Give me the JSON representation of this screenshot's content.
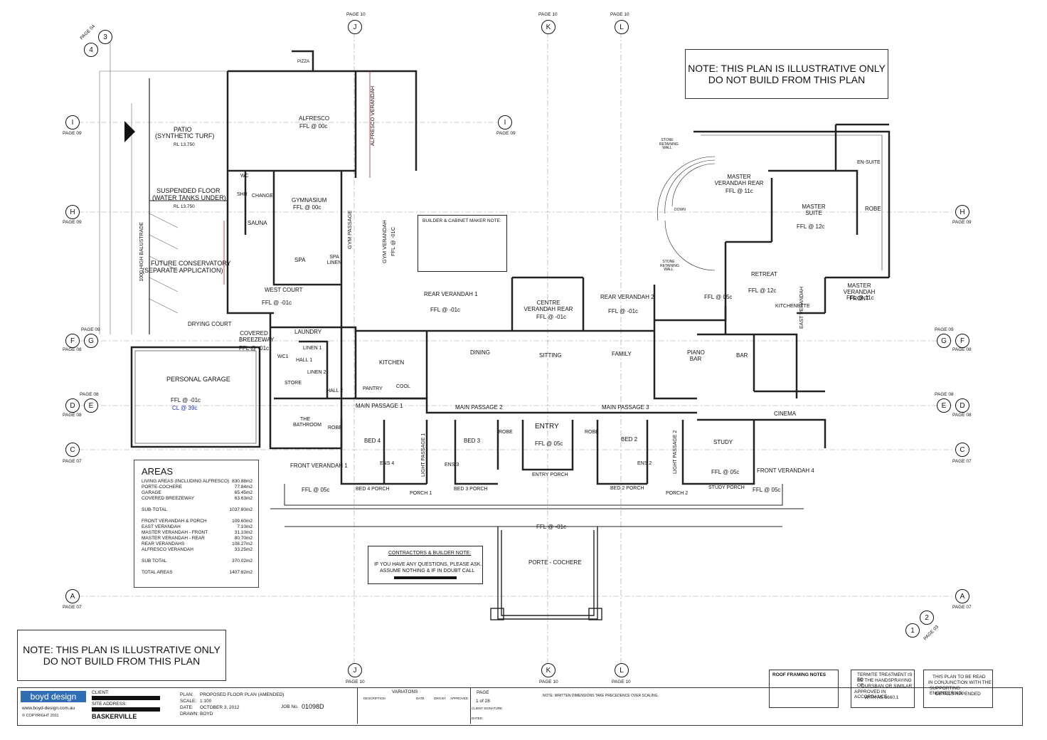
{
  "notes": {
    "top_right": [
      "NOTE: THIS PLAN IS ILLUSTRATIVE ONLY",
      "DO NOT BUILD FROM THIS PLAN"
    ],
    "bottom_left": [
      "NOTE: THIS PLAN IS ILLUSTRATIVE ONLY",
      "DO NOT BUILD FROM THIS PLAN"
    ],
    "builder_cabinet_title": "BUILDER & CABINET MAKER NOTE:",
    "contractors_title": "CONTRACTORS & BUILDER NOTE:",
    "contractors_text": [
      "IF YOU HAVE ANY QUESTIONS, PLEASE ASK.",
      "ASSUME NOTHING & IF IN DOUBT CALL"
    ]
  },
  "grid_markers": {
    "J": "J",
    "K": "K",
    "L": "L",
    "I": "I",
    "H": "H",
    "G": "G",
    "F": "F",
    "E": "E",
    "D": "D",
    "C": "C",
    "A": "A",
    "page_refs": {
      "page10": "PAGE 10",
      "page09": "PAGE 09",
      "page08": "PAGE 08",
      "page07": "PAGE 07",
      "page04": "PAGE 04",
      "page03": "PAGE 03"
    },
    "section_3": "3",
    "section_4": "4",
    "section_1": "1",
    "section_2": "2"
  },
  "rooms": {
    "patio": "PATIO",
    "patio_sub": "(SYNTHETIC TURF)",
    "patio_rl": "RL 13.750",
    "suspended_floor": "SUSPENDED FLOOR",
    "suspended_floor_sub": "(WATER TANKS UNDER)",
    "suspended_rl": "RL 13.750",
    "future_conservatory": "FUTURE CONSERVATORY",
    "future_conservatory_sub": "(SEPARATE APPLICATION)",
    "balustrade": "1000 HIGH BALUSTRADE",
    "alfresco": "ALFRESCO",
    "alfresco_ffl": "FFL @ 00c",
    "pizza": "PIZZA",
    "alfresco_verandah": "ALFRESCO VERANDAH",
    "gymnasium": "GYMNASIUM",
    "gymnasium_ffl": "FFL @ 00c",
    "sauna": "SAUNA",
    "spa": "SPA",
    "spa_linen": "SPA LINEN",
    "shr": "SHR",
    "wc": "WC",
    "change": "CHANGE",
    "gym_passage": "GYM PASSAGE",
    "gym_verandah": "GYM VERANDAH",
    "gym_verandah_ffl": "FFL @ -01c",
    "west_court": "WEST COURT",
    "west_court_ffl": "FFL @ -01c",
    "drying_court": "DRYING COURT",
    "covered_breezeway": "COVERED BREEZEWAY",
    "covered_breezeway_ffl": "FFL @ -01c",
    "laundry": "LAUNDRY",
    "linen1": "LINEN 1",
    "linen2": "LINEN 2",
    "hall1": "HALL 1",
    "hall2": "HALL 2",
    "wc1": "WC1",
    "store": "STORE",
    "kitchen": "KITCHEN",
    "pantry": "PANTRY",
    "cool": "COOL",
    "personal_garage": "PERSONAL GARAGE",
    "garage_ffl": "FFL @ -01c",
    "garage_cl": "CL @ 39c",
    "rear_verandah1": "REAR VERANDAH 1",
    "rear_verandah1_ffl": "FFL @ -01c",
    "centre_verandah": "CENTRE VERANDAH REAR",
    "centre_verandah_ffl": "FFL @ -01c",
    "rear_verandah2": "REAR VERANDAH 2",
    "rear_verandah2_ffl": "FFL @ -01c",
    "dining": "DINING",
    "sitting": "SITTING",
    "family": "FAMILY",
    "piano_bar": "PIANO BAR",
    "bar": "BAR",
    "main_passage1": "MAIN PASSAGE 1",
    "main_passage2": "MAIN PASSAGE 2",
    "main_passage3": "MAIN PASSAGE 3",
    "entry": "ENTRY",
    "entry_ffl": "FFL @ 05c",
    "the_bathroom": "THE BATHROOM",
    "robe": "ROBE",
    "bed4": "BED 4",
    "ens4": "ENS 4",
    "bed3": "BED 3",
    "ens3": "ENS 3",
    "bed2": "BED 2",
    "ens2": "ENS 2",
    "study": "STUDY",
    "study_ffl": "FFL @ 05c",
    "cinema": "CINEMA",
    "light_passage1": "LIGHT PASSAGE 1",
    "light_passage2": "LIGHT PASSAGE 2",
    "front_verandah1": "FRONT VERANDAH 1",
    "front_verandah4": "FRONT VERANDAH 4",
    "bed4_porch": "BED 4 PORCH",
    "porch1": "PORCH 1",
    "bed3_porch": "BED 3 PORCH",
    "entry_porch": "ENTRY PORCH",
    "bed2_porch": "BED 2 PORCH",
    "porch2": "PORCH 2",
    "study_porch": "STUDY PORCH",
    "porte_cochere": "PORTE - COCHERE",
    "porte_ffl": "FFL @ -01c",
    "master_verandah_rear": "MASTER VERANDAH REAR",
    "master_verandah_rear_ffl": "FFL @ 11c",
    "master_suite": "MASTER SUITE",
    "master_suite_ffl": "FFL @ 12c",
    "en_suite": "EN-SUITE",
    "robe_master": "ROBE",
    "retreat": "RETREAT",
    "retreat_ffl": "FFL @ 12c",
    "master_verandah_front": "MASTER VERANDAH FRONT",
    "master_verandah_front_ffl": "FFL @ 11c",
    "kitchenette": "KITCHENETTE",
    "east_verandah": "EAST VERANDAH",
    "stone_retaining_wall": "STONE RETAINING WALL",
    "down": "DOWN",
    "ffl_05c": "FFL @ 05c"
  },
  "areas": {
    "title": "AREAS",
    "rows1": [
      {
        "label": "LIVING AREAS (INCLUDING ALFRESCO)",
        "value": "830.88m2"
      },
      {
        "label": "PORTE-COCHERE",
        "value": "77.84m2"
      },
      {
        "label": "GARAGE",
        "value": "65.45m2"
      },
      {
        "label": "COVERED BREEZEWAY",
        "value": "63.63m2"
      }
    ],
    "subtotal1": {
      "label": "SUB-TOTAL",
      "value": "1037.80m2"
    },
    "rows2": [
      {
        "label": "FRONT VERANDAH & PORCH",
        "value": "109.60m2"
      },
      {
        "label": "EAST VERANDAH",
        "value": "7.10m2"
      },
      {
        "label": "MASTER VERANDAH - FRONT",
        "value": "31.10m2"
      },
      {
        "label": "MASTER VERANDAH - REAR",
        "value": "80.70m2"
      },
      {
        "label": "REAR VERANDAHS",
        "value": "108.27m2"
      },
      {
        "label": "ALFRESCO VERANDAH",
        "value": "33.25m2"
      }
    ],
    "subtotal2": {
      "label": "SUB TOTAL",
      "value": "370.02m2"
    },
    "total": {
      "label": "TOTAL AREAS",
      "value": "1407.82m2"
    }
  },
  "title_block": {
    "logo": "boyd design",
    "website": "www.boyd-design.com.au",
    "copyright": "© COPYRIGHT 2011",
    "client_label": "CLIENT:",
    "site_label": "SITE ADDRESS:",
    "site_value": "BASKERVILLE",
    "plan_label": "PLAN:",
    "plan_value": "PROPOSED FLOOR PLAN (AMENDED)",
    "scale_label": "SCALE:",
    "scale_value": "1:100",
    "date_label": "DATE:",
    "date_value": "OCTOBER 3, 2012",
    "drawn_label": "DRAWN:",
    "drawn_value": "BOYD",
    "job_label": "JOB No.",
    "job_value": "01098D",
    "variations_label": "VARIATONS",
    "variations_cols": [
      "DESCRIPTION",
      "DATE",
      "DRN BY",
      "APPROVED"
    ],
    "page_label": "PAGE",
    "page_value": "1 of 28",
    "client_sig": "CLIENT SIGNATURE",
    "dated": "DATED:",
    "roof_framing_title": "ROOF FRAMING NOTES",
    "termite_text": [
      "TERMITE TREATMENT IS TO",
      "BE THE HANDSPRAYING OF",
      "DURSBAN OR SIMILAR",
      "APPROVED IN ACCORDANCE",
      "WITH AS 3660.1"
    ],
    "engineering_text": [
      "THIS PLAN TO BE READ",
      "IN CONJUNCTION WITH THE",
      "SUPPORTING ENGINEERING",
      "DETAILS APPENDED"
    ],
    "written_note": "NOTE: WRITTEN DIMENSIONS TAKE PRECEDENCE OVER SCALING."
  },
  "colors": {
    "line": "#111111",
    "ceiling_note": "#1a2fb5",
    "slab_note": "#c81e1e",
    "logo_bg": "#2f6db5"
  }
}
